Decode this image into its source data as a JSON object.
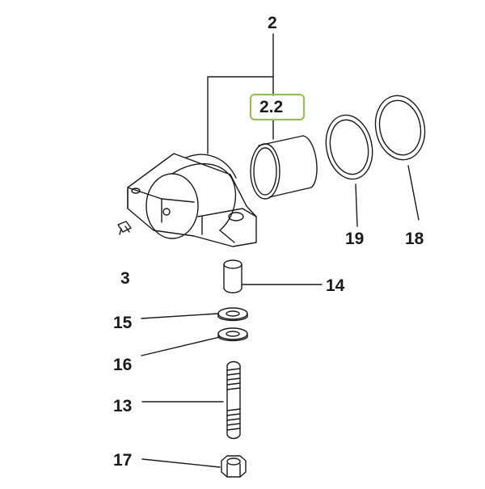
{
  "diagram": {
    "highlight_color": "#8cc63f",
    "line_color": "#1a1a1a",
    "highlighted_part": "2.2",
    "callouts": {
      "part_2": "2",
      "part_2_2": "2.2",
      "part_3": "3",
      "part_13": "13",
      "part_14": "14",
      "part_15": "15",
      "part_16": "16",
      "part_17": "17",
      "part_18": "18",
      "part_19": "19"
    }
  }
}
